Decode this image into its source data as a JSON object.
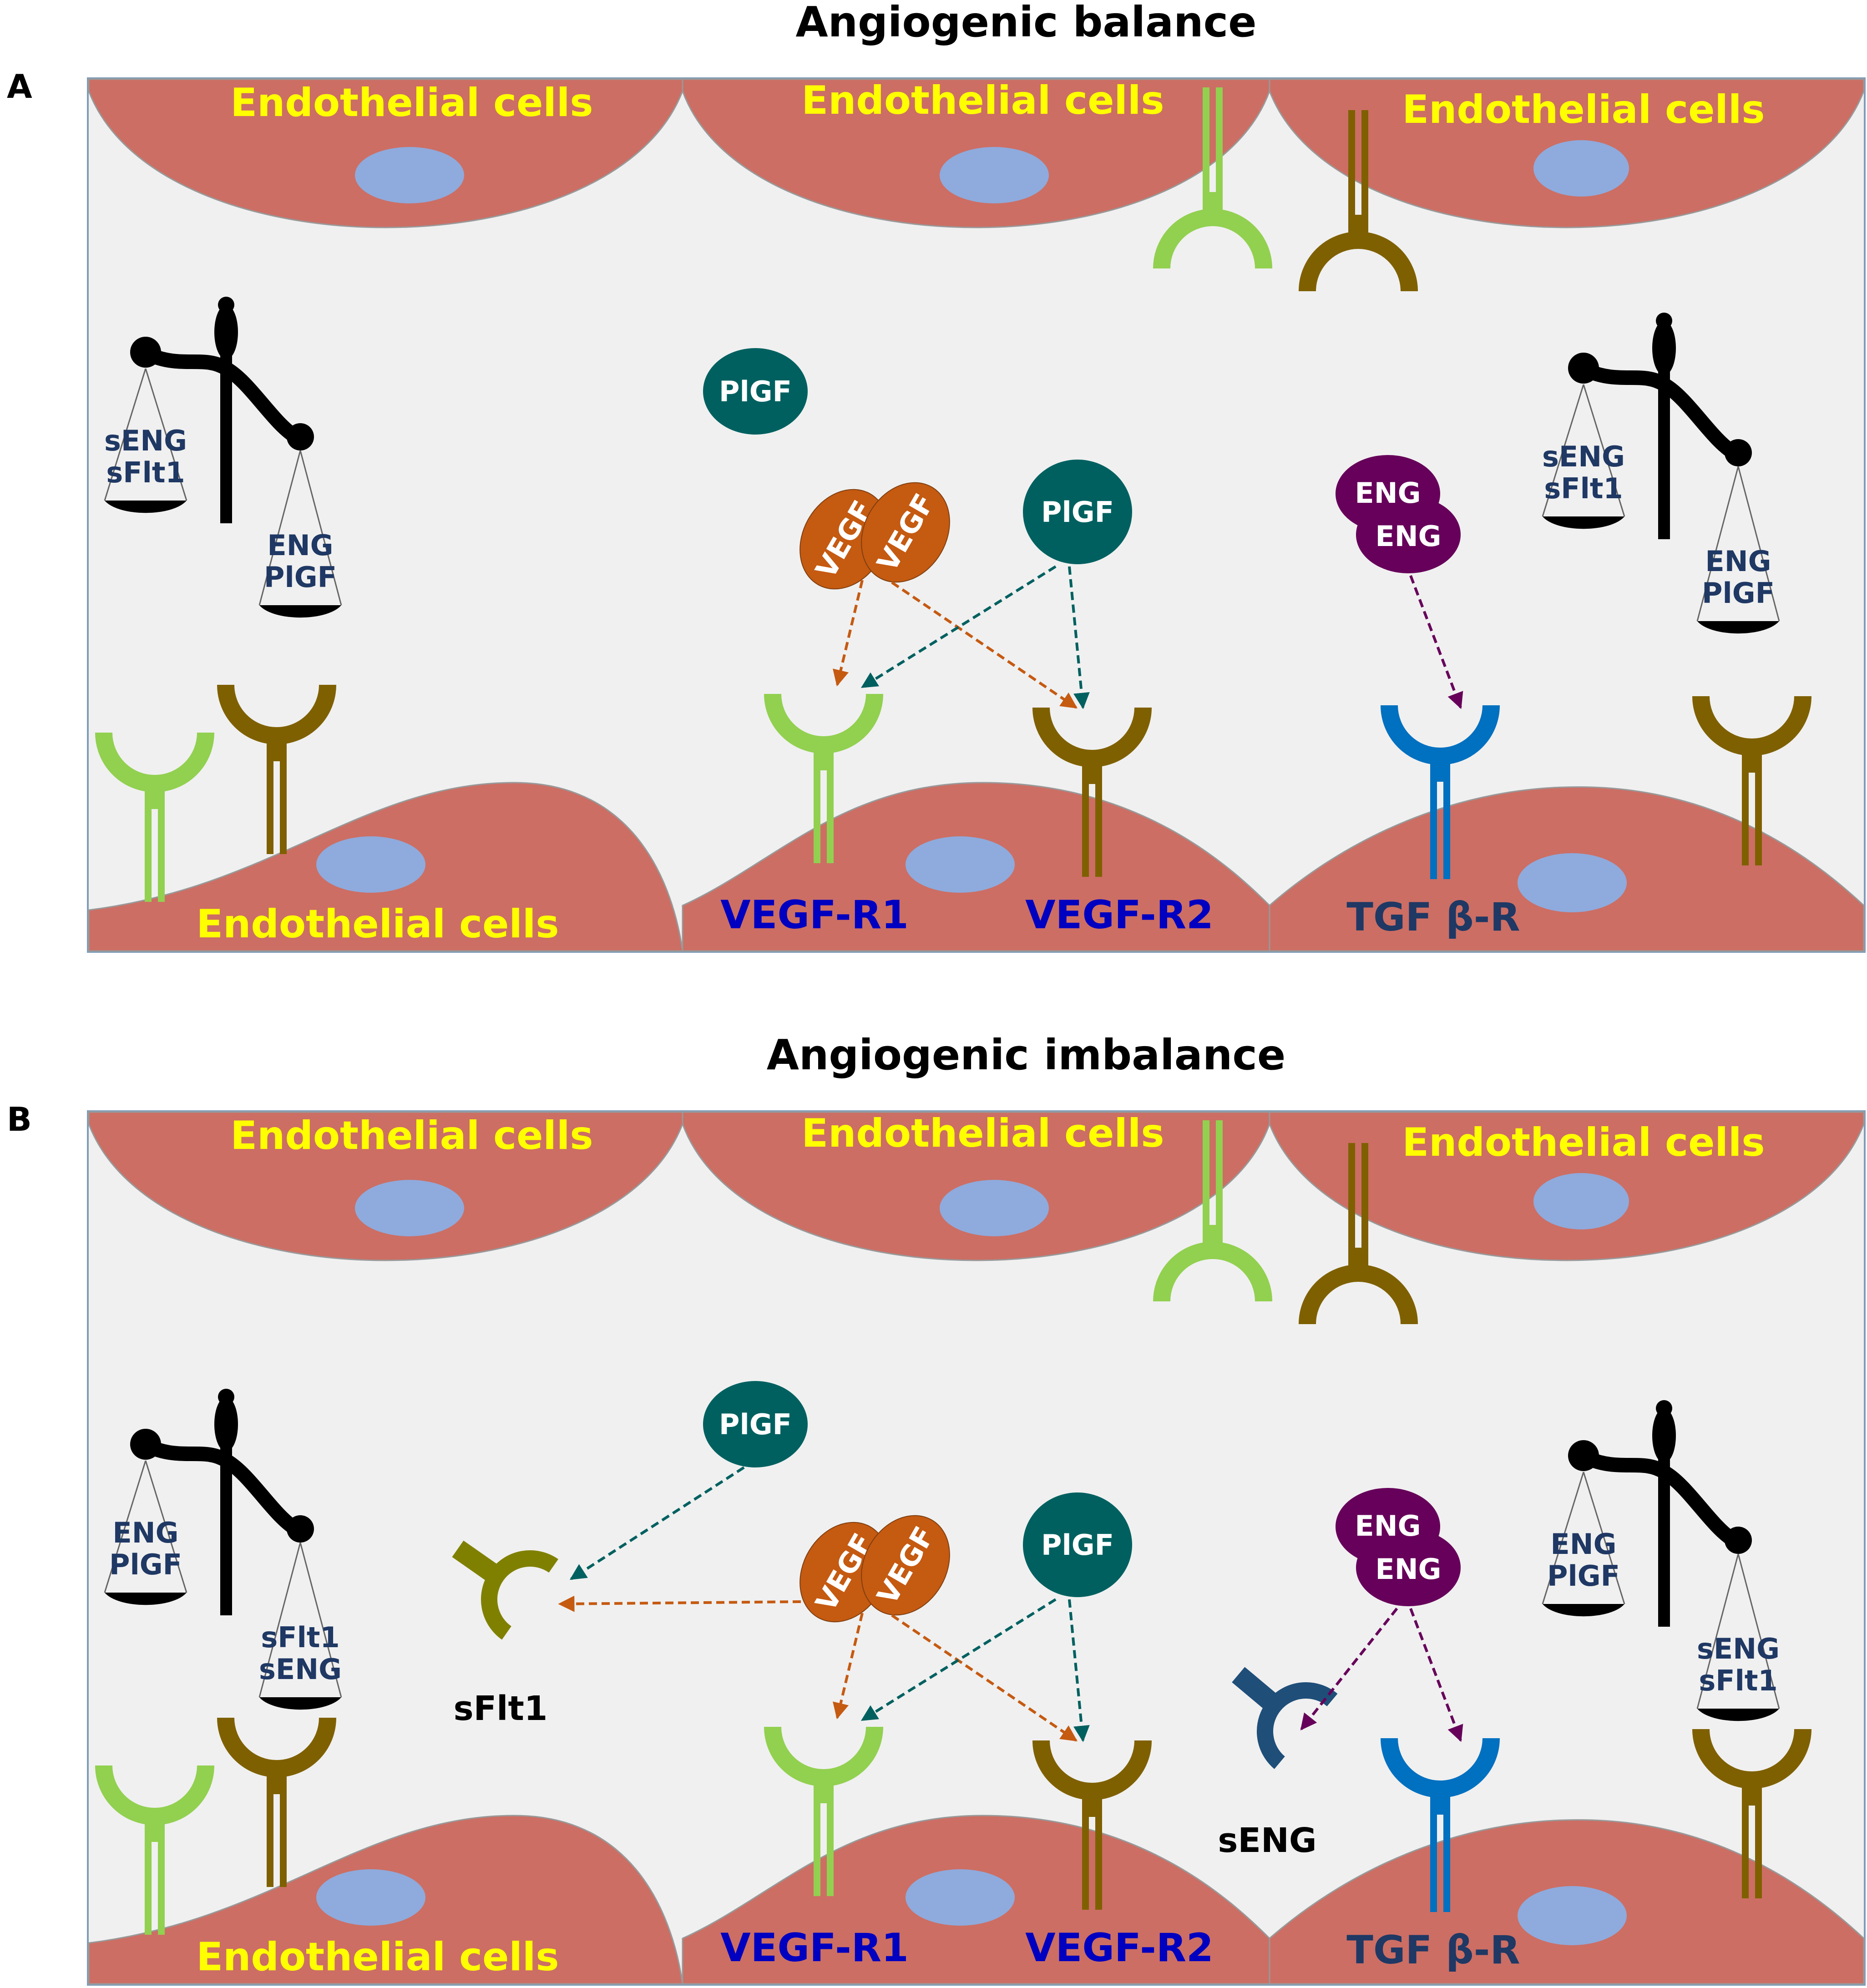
{
  "colors": {
    "cell": "#cc6e64",
    "nucleus": "#8faadc",
    "background": "#f0f0f0",
    "vegfr1": "#92d050",
    "vegfr2": "#7f6000",
    "tgfbr": "#0070c0",
    "sflt1": "#808000",
    "seng": "#1f4e79",
    "plgf": "#006060",
    "vegf": "#c55a11",
    "eng": "#66005a",
    "arrow_orange": "#c55a11",
    "arrow_teal": "#006060",
    "arrow_purple": "#66005a",
    "cell_label": "#ffff00",
    "receptor_label": "#0000c0",
    "tgf_label": "#1f3864"
  },
  "panels": [
    {
      "id": "A",
      "letter": "A",
      "title": "Angiogenic balance",
      "cell_labels": [
        "Endothelial cells",
        "Endothelial cells",
        "Endothelial cells",
        "Endothelial cells"
      ],
      "plgf_free": "PlGF",
      "plgf": "PlGF",
      "vegf": [
        "VEGF",
        "VEGF"
      ],
      "eng": [
        "ENG",
        "ENG"
      ],
      "receptors": {
        "r1": "VEGF-R1",
        "r2": "VEGF-R2",
        "tgf": "TGF β-R"
      },
      "scale_left": {
        "high_pan": [
          "sENG",
          "sFlt1"
        ],
        "low_pan": [
          "ENG",
          "PlGF"
        ]
      },
      "scale_right": {
        "high_pan": [
          "sENG",
          "sFlt1"
        ],
        "low_pan": [
          "ENG",
          "PlGF"
        ]
      }
    },
    {
      "id": "B",
      "letter": "B",
      "title": "Angiogenic imbalance",
      "cell_labels": [
        "Endothelial cells",
        "Endothelial cells",
        "Endothelial cells",
        "Endothelial cells"
      ],
      "plgf_free": "PlGF",
      "plgf": "PlGF",
      "vegf": [
        "VEGF",
        "VEGF"
      ],
      "eng": [
        "ENG",
        "ENG"
      ],
      "receptors": {
        "r1": "VEGF-R1",
        "r2": "VEGF-R2",
        "tgf": "TGF β-R"
      },
      "scale_left": {
        "high_pan": [
          "ENG",
          "PlGF"
        ],
        "low_pan": [
          "sFlt1",
          "sENG"
        ]
      },
      "scale_right": {
        "high_pan": [
          "ENG",
          "PlGF"
        ],
        "low_pan": [
          "sENG",
          "sFlt1"
        ]
      },
      "soluble": {
        "sflt1": "sFlt1",
        "seng": "sENG"
      }
    }
  ]
}
